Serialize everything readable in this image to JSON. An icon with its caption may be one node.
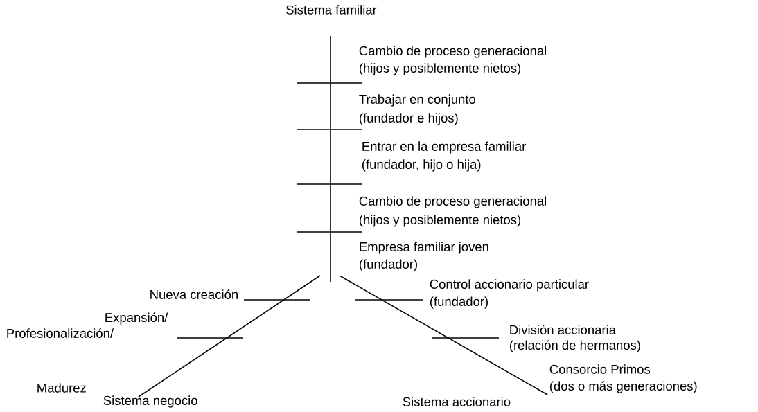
{
  "diagram": {
    "labels": [
      "Sistema familiar",
      "Cambio de proceso generacional",
      "(hijos y posiblemente nietos)",
      "Trabajar en conjunto",
      "(fundador e hijos)",
      "Entrar en la empresa familiar",
      "(fundador, hijo o hija)",
      "Cambio de proceso generacional",
      "(hijos y posiblemente nietos)",
      "Empresa familiar joven",
      "(fundador)",
      "Nueva creación",
      "Control accionario particular",
      "(fundador)",
      "Expansión/",
      "Profesionalización/",
      "División accionaria",
      "(relación de hermanos)",
      "Consorcio Primos",
      "(dos o más generaciones)",
      "Madurez",
      "Sistema negocio",
      "Sistema accionario"
    ]
  }
}
